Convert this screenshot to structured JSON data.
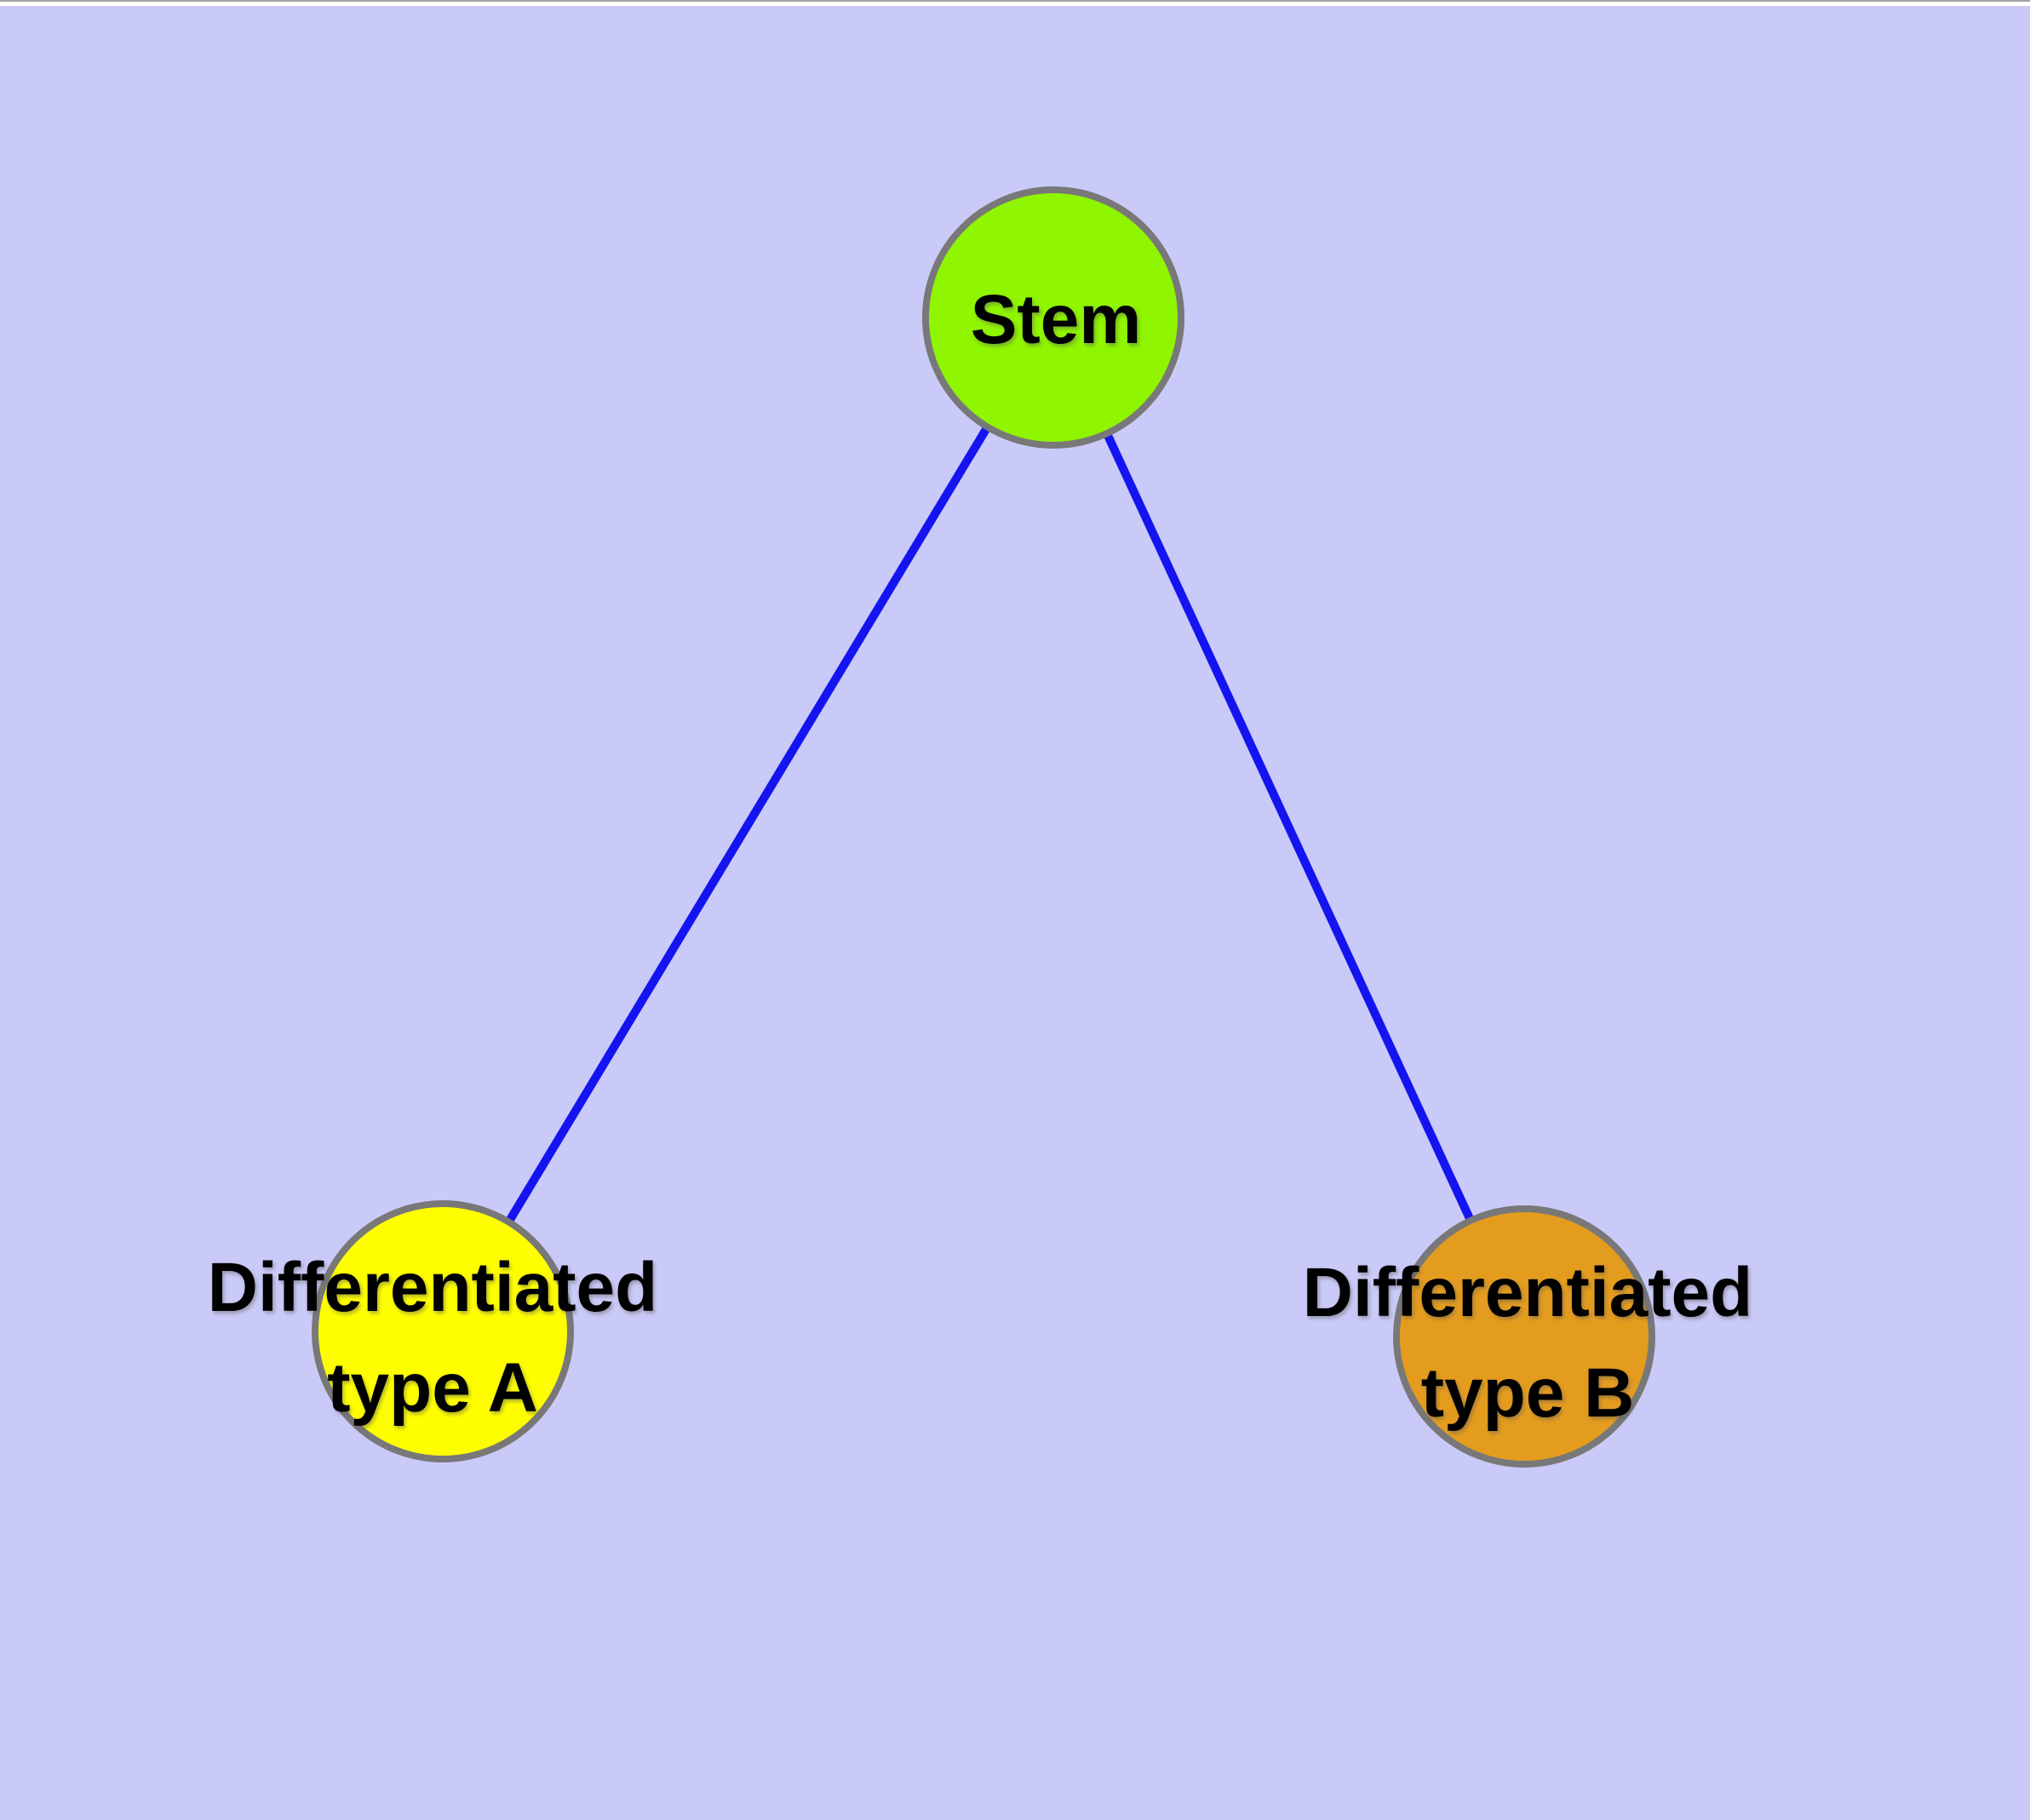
{
  "diagram": {
    "title": "",
    "canvas_background_color": "#CACAF8",
    "top_strip_color": "#FFFFFF",
    "top_hairline_color": "#A3A3A3",
    "edge_color": "#1414F0",
    "node_border_color": "#787878",
    "text_color": "#000000",
    "nodes": [
      {
        "id": "stem",
        "label": "Stem",
        "label_line1": "Stem",
        "label_line2": "",
        "color": "#8FF500"
      },
      {
        "id": "type-a",
        "label": "Differentiated type A",
        "label_line1": "Differentiated",
        "label_line2": "type A",
        "color": "#FEFE00"
      },
      {
        "id": "type-b",
        "label": "Differentiated type B",
        "label_line1": "Differentiated",
        "label_line2": "type B",
        "color": "#E49C1E"
      }
    ],
    "edges": [
      {
        "from": "stem",
        "to": "type-a"
      },
      {
        "from": "stem",
        "to": "type-b"
      }
    ]
  }
}
